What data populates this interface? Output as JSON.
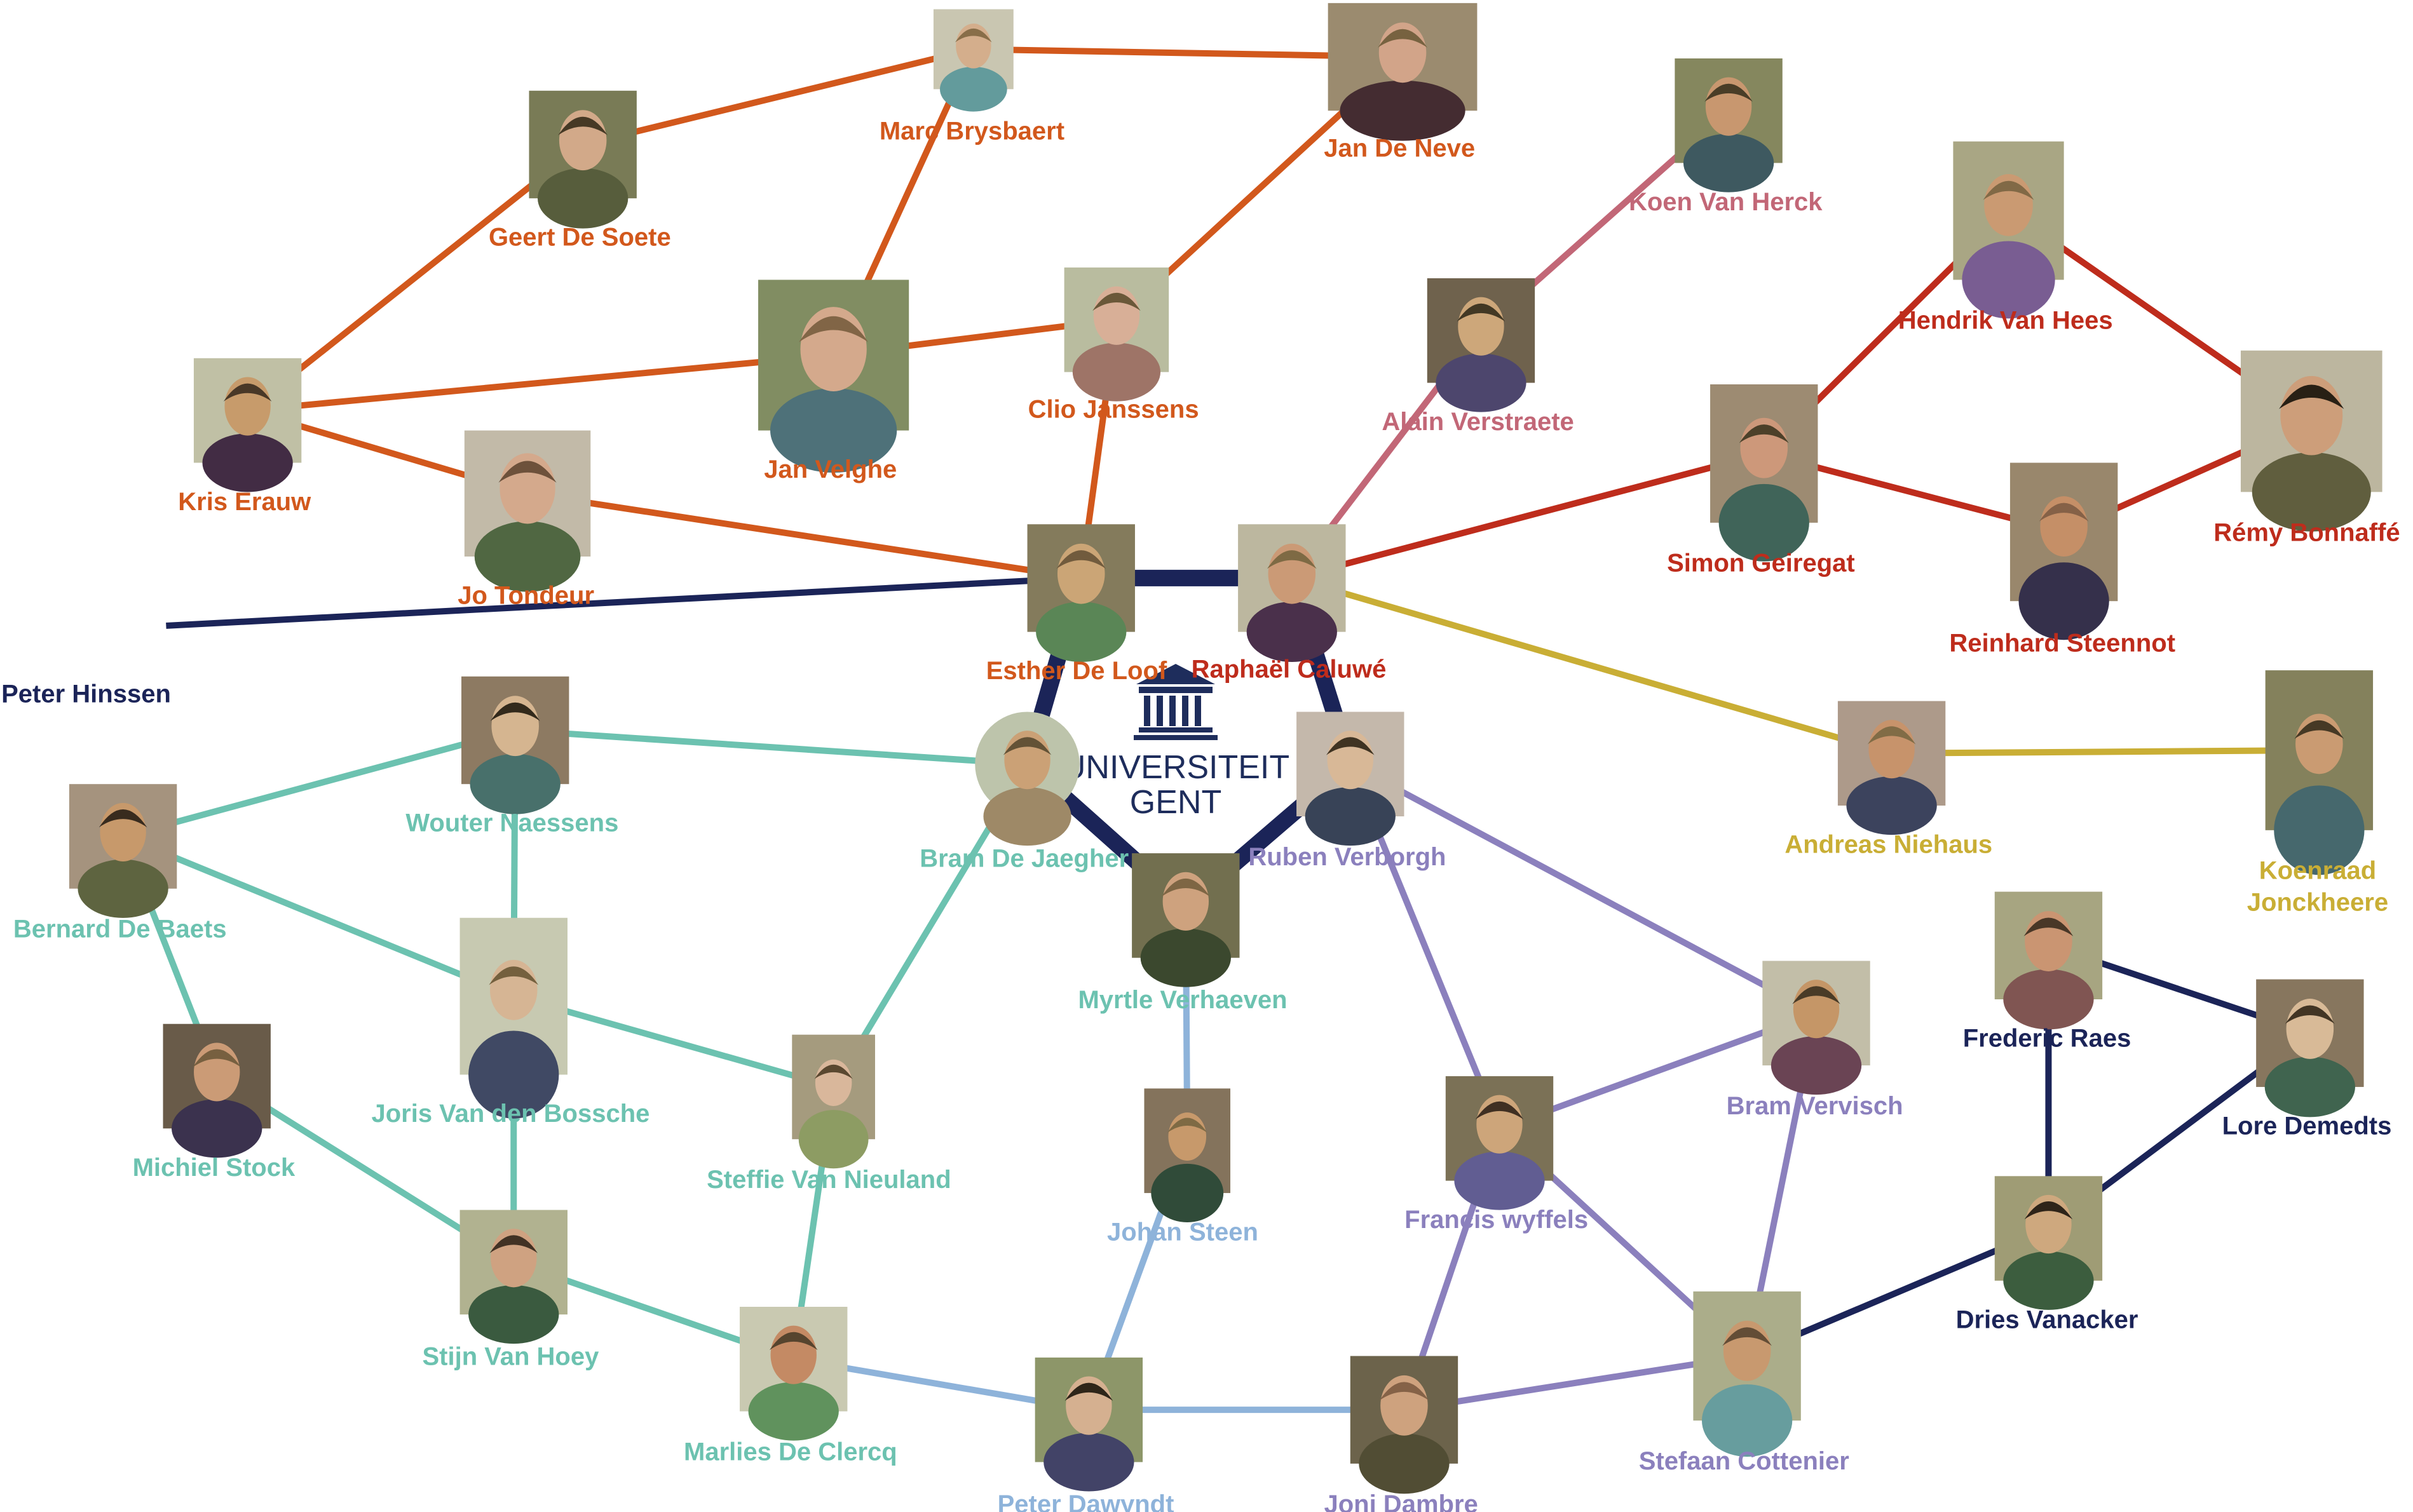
{
  "colors": {
    "orange": "#d2581c",
    "navy": "#1b2458",
    "teal": "#6cc2b0",
    "purple": "#8b80bd",
    "lightblue": "#8eb3da",
    "red": "#be2c1c",
    "pink": "#c26777",
    "mustard": "#c9ae35",
    "ugent_blue": "#1e2d5c"
  },
  "logo": {
    "line1": "UNIVERSITEIT",
    "line2": "GENT",
    "icon": "university-building-icon"
  },
  "people": [
    {
      "id": "marc-brysbaert",
      "name": "Marc Brysbaert",
      "color": "orange"
    },
    {
      "id": "jan-de-neve",
      "name": "Jan De Neve",
      "color": "orange"
    },
    {
      "id": "geert-de-soete",
      "name": "Geert De Soete",
      "color": "orange"
    },
    {
      "id": "koen-van-herck",
      "name": "Koen Van Herck",
      "color": "pink"
    },
    {
      "id": "hendrik-van-hees",
      "name": "Hendrik Van Hees",
      "color": "red"
    },
    {
      "id": "jan-velghe",
      "name": "Jan Velghe",
      "color": "orange"
    },
    {
      "id": "clio-janssens",
      "name": "Clio Janssens",
      "color": "orange"
    },
    {
      "id": "alain-verstraete",
      "name": "Alain Verstraete",
      "color": "pink"
    },
    {
      "id": "kris-erauw",
      "name": "Kris Erauw",
      "color": "orange"
    },
    {
      "id": "jo-tondeur",
      "name": "Jo Tondeur",
      "color": "orange"
    },
    {
      "id": "simon-geiregat",
      "name": "Simon Geiregat",
      "color": "red"
    },
    {
      "id": "remy-bonnaffe",
      "name": "Rémy Bonnaffé",
      "color": "red"
    },
    {
      "id": "reinhard-steennot",
      "name": "Reinhard Steennot",
      "color": "red"
    },
    {
      "id": "esther-de-loof",
      "name": "Esther De Loof",
      "color": "orange"
    },
    {
      "id": "raphael-caluwe",
      "name": "Raphaël Caluwé",
      "color": "red"
    },
    {
      "id": "peter-hinssen",
      "name": "Peter Hinssen",
      "color": "navy"
    },
    {
      "id": "wouter-naessens",
      "name": "Wouter Naessens",
      "color": "teal"
    },
    {
      "id": "bram-de-jaegher",
      "name": "Bram De Jaegher",
      "color": "teal"
    },
    {
      "id": "ruben-verborgh",
      "name": "Ruben Verborgh",
      "color": "purple"
    },
    {
      "id": "andreas-niehaus",
      "name": "Andreas Niehaus",
      "color": "mustard"
    },
    {
      "id": "koenraad-jonckheere",
      "name": "Koenraad Jonckheere",
      "color": "mustard"
    },
    {
      "id": "bernard-de-baets",
      "name": "Bernard De Baets",
      "color": "teal"
    },
    {
      "id": "myrtle-verhaeven",
      "name": "Myrtle Verhaeven",
      "color": "teal"
    },
    {
      "id": "frederic-raes",
      "name": "Frederic Raes",
      "color": "navy"
    },
    {
      "id": "joris-van-den-bossche",
      "name": "Joris Van den Bossche",
      "color": "teal"
    },
    {
      "id": "bram-vervisch",
      "name": "Bram Vervisch",
      "color": "purple"
    },
    {
      "id": "lore-demedts",
      "name": "Lore Demedts",
      "color": "navy"
    },
    {
      "id": "michiel-stock",
      "name": "Michiel Stock",
      "color": "teal"
    },
    {
      "id": "steffie-van-nieuland",
      "name": "Steffie Van Nieuland",
      "color": "teal"
    },
    {
      "id": "johan-steen",
      "name": "Johan Steen",
      "color": "lightblue"
    },
    {
      "id": "francis-wyffels",
      "name": "Francis wyffels",
      "color": "purple"
    },
    {
      "id": "dries-vanacker",
      "name": "Dries Vanacker",
      "color": "navy"
    },
    {
      "id": "stijn-van-hoey",
      "name": "Stijn Van Hoey",
      "color": "teal"
    },
    {
      "id": "marlies-de-clercq",
      "name": "Marlies De Clercq",
      "color": "teal"
    },
    {
      "id": "peter-dawyndt",
      "name": "Peter Dawyndt",
      "color": "lightblue"
    },
    {
      "id": "joni-dambre",
      "name": "Joni Dambre",
      "color": "purple"
    },
    {
      "id": "stefaan-cottenier",
      "name": "Stefaan Cottenier",
      "color": "purple"
    }
  ],
  "links": [
    {
      "from": "kris-erauw",
      "to": "geert-de-soete",
      "color": "orange"
    },
    {
      "from": "geert-de-soete",
      "to": "marc-brysbaert",
      "color": "orange"
    },
    {
      "from": "marc-brysbaert",
      "to": "jan-de-neve",
      "color": "orange"
    },
    {
      "from": "marc-brysbaert",
      "to": "jan-velghe",
      "color": "orange"
    },
    {
      "from": "jan-de-neve",
      "to": "clio-janssens",
      "color": "orange"
    },
    {
      "from": "kris-erauw",
      "to": "jan-velghe",
      "color": "orange"
    },
    {
      "from": "jan-velghe",
      "to": "clio-janssens",
      "color": "orange"
    },
    {
      "from": "kris-erauw",
      "to": "jo-tondeur",
      "color": "orange"
    },
    {
      "from": "jo-tondeur",
      "to": "esther-de-loof",
      "color": "orange"
    },
    {
      "from": "clio-janssens",
      "to": "esther-de-loof",
      "color": "orange"
    },
    {
      "from": "peter-hinssen",
      "to": "esther-de-loof",
      "color": "navy"
    },
    {
      "from": "raphael-caluwe",
      "to": "alain-verstraete",
      "color": "pink"
    },
    {
      "from": "alain-verstraete",
      "to": "koen-van-herck",
      "color": "pink"
    },
    {
      "from": "raphael-caluwe",
      "to": "simon-geiregat",
      "color": "red"
    },
    {
      "from": "simon-geiregat",
      "to": "hendrik-van-hees",
      "color": "red"
    },
    {
      "from": "hendrik-van-hees",
      "to": "remy-bonnaffe",
      "color": "red"
    },
    {
      "from": "simon-geiregat",
      "to": "reinhard-steennot",
      "color": "red"
    },
    {
      "from": "reinhard-steennot",
      "to": "remy-bonnaffe",
      "color": "red"
    },
    {
      "from": "raphael-caluwe",
      "to": "andreas-niehaus",
      "color": "mustard"
    },
    {
      "from": "andreas-niehaus",
      "to": "koenraad-jonckheere",
      "color": "mustard"
    },
    {
      "from": "esther-de-loof",
      "to": "raphael-caluwe",
      "color": "navy",
      "core": true
    },
    {
      "from": "raphael-caluwe",
      "to": "ruben-verborgh",
      "color": "navy",
      "core": true
    },
    {
      "from": "ruben-verborgh",
      "to": "myrtle-verhaeven",
      "color": "navy",
      "core": true
    },
    {
      "from": "myrtle-verhaeven",
      "to": "bram-de-jaegher",
      "color": "navy",
      "core": true
    },
    {
      "from": "bram-de-jaegher",
      "to": "esther-de-loof",
      "color": "navy",
      "core": true
    },
    {
      "from": "bram-de-jaegher",
      "to": "wouter-naessens",
      "color": "teal"
    },
    {
      "from": "wouter-naessens",
      "to": "bernard-de-baets",
      "color": "teal"
    },
    {
      "from": "wouter-naessens",
      "to": "joris-van-den-bossche",
      "color": "teal"
    },
    {
      "from": "bernard-de-baets",
      "to": "joris-van-den-bossche",
      "color": "teal"
    },
    {
      "from": "bernard-de-baets",
      "to": "michiel-stock",
      "color": "teal"
    },
    {
      "from": "joris-van-den-bossche",
      "to": "steffie-van-nieuland",
      "color": "teal"
    },
    {
      "from": "joris-van-den-bossche",
      "to": "stijn-van-hoey",
      "color": "teal"
    },
    {
      "from": "michiel-stock",
      "to": "stijn-van-hoey",
      "color": "teal"
    },
    {
      "from": "stijn-van-hoey",
      "to": "marlies-de-clercq",
      "color": "teal"
    },
    {
      "from": "steffie-van-nieuland",
      "to": "marlies-de-clercq",
      "color": "teal"
    },
    {
      "from": "bram-de-jaegher",
      "to": "steffie-van-nieuland",
      "color": "teal"
    },
    {
      "from": "myrtle-verhaeven",
      "to": "johan-steen",
      "color": "lightblue"
    },
    {
      "from": "johan-steen",
      "to": "peter-dawyndt",
      "color": "lightblue"
    },
    {
      "from": "marlies-de-clercq",
      "to": "peter-dawyndt",
      "color": "lightblue"
    },
    {
      "from": "peter-dawyndt",
      "to": "joni-dambre",
      "color": "lightblue"
    },
    {
      "from": "ruben-verborgh",
      "to": "bram-vervisch",
      "color": "purple"
    },
    {
      "from": "ruben-verborgh",
      "to": "francis-wyffels",
      "color": "purple"
    },
    {
      "from": "francis-wyffels",
      "to": "bram-vervisch",
      "color": "purple"
    },
    {
      "from": "francis-wyffels",
      "to": "joni-dambre",
      "color": "purple"
    },
    {
      "from": "francis-wyffels",
      "to": "stefaan-cottenier",
      "color": "purple"
    },
    {
      "from": "bram-vervisch",
      "to": "stefaan-cottenier",
      "color": "purple"
    },
    {
      "from": "joni-dambre",
      "to": "stefaan-cottenier",
      "color": "purple"
    },
    {
      "from": "stefaan-cottenier",
      "to": "dries-vanacker",
      "color": "navy"
    },
    {
      "from": "dries-vanacker",
      "to": "lore-demedts",
      "color": "navy"
    },
    {
      "from": "dries-vanacker",
      "to": "frederic-raes",
      "color": "navy"
    },
    {
      "from": "frederic-raes",
      "to": "lore-demedts",
      "color": "navy"
    }
  ]
}
